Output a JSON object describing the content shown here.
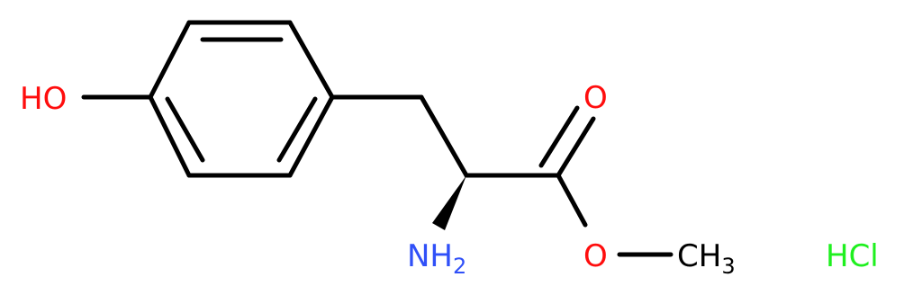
{
  "colors": {
    "bond": "#000000",
    "oxygen": "#ff0d0d",
    "nitrogen": "#3050f8",
    "chlorine": "#1ff01f",
    "background": "#ffffff"
  },
  "atoms": {
    "hydroxyl": {
      "text": "HO"
    },
    "carbonyl_oxygen": {
      "text": "O"
    },
    "ester_oxygen": {
      "text": "O"
    },
    "amine": {
      "text": "NH",
      "sub": "2"
    },
    "methyl": {
      "text": "CH",
      "sub": "3"
    },
    "salt": {
      "text": "HCl"
    }
  }
}
